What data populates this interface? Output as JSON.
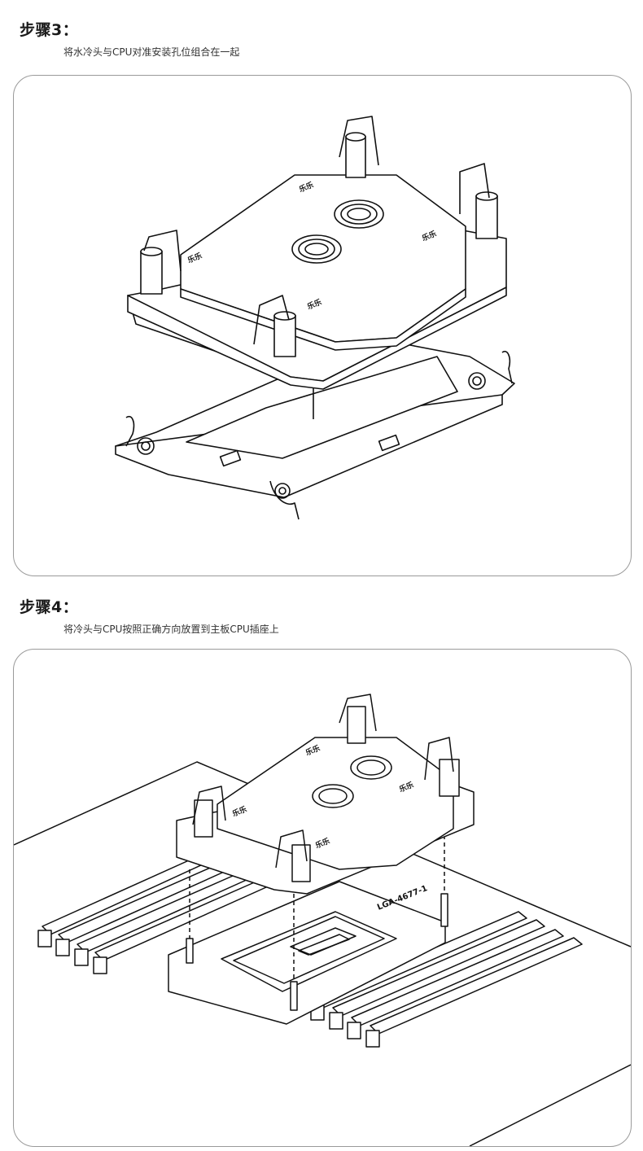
{
  "steps": [
    {
      "title": "步骤3：",
      "description": "将水冷头与CPU对准安装孔位组合在一起",
      "illustration": "cooler-block-aligned-above-cpu-bracket"
    },
    {
      "title": "步骤4：",
      "description": "将冷头与CPU按照正确方向放置到主板CPU插座上",
      "illustration": "cooler-block-lowered-onto-motherboard-socket",
      "socket_label": "LGA-4677-1"
    }
  ]
}
